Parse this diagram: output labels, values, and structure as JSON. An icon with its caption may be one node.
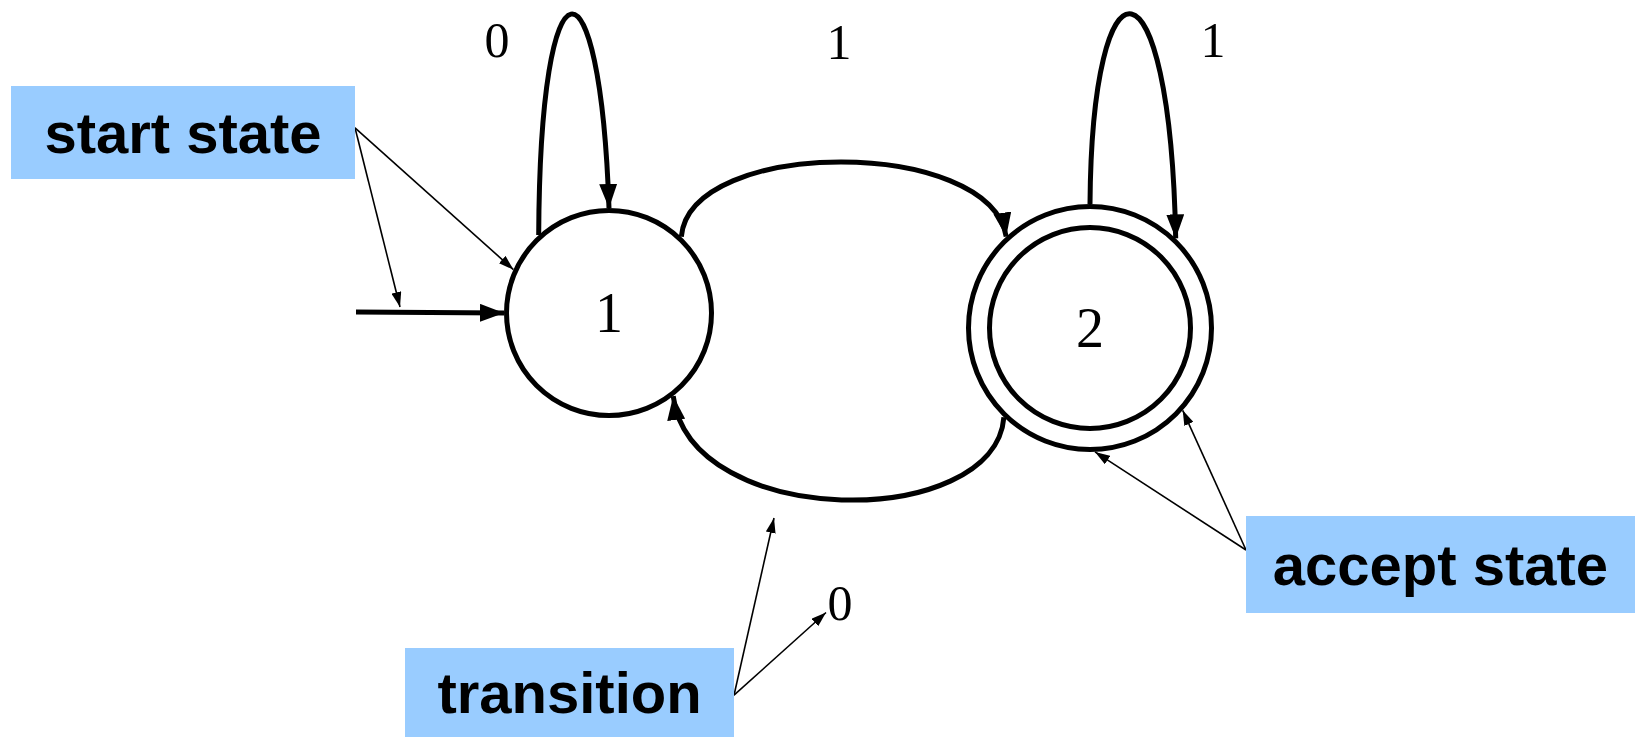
{
  "diagram": {
    "nodes": [
      {
        "text": [
          "start state"
        ]
      },
      {
        "text": [
          "1"
        ]
      },
      {
        "text": [
          "2"
        ]
      },
      {
        "text": [
          "accept state"
        ]
      },
      {
        "text": [
          "0"
        ]
      },
      {
        "text": [
          "transition"
        ]
      }
    ],
    "edges": [
      {
        "from": null,
        "to": 1,
        "arrow": "to",
        "style": "thick"
      },
      {
        "from": 1,
        "to": 1,
        "arrow": "to",
        "label": "0",
        "style": "thick"
      },
      {
        "from": 1,
        "to": 2,
        "arrow": "to",
        "label": "1",
        "style": "thick"
      },
      {
        "from": 2,
        "to": 2,
        "arrow": "to",
        "label": "1",
        "style": "thick"
      },
      {
        "from": 2,
        "to": 1,
        "arrow": "to",
        "style": "thick"
      },
      {
        "from": 0,
        "to": 1,
        "arrow": "to"
      },
      {
        "from": 0,
        "to": null,
        "arrow": "to"
      },
      {
        "from": 5,
        "to": null,
        "arrow": "to"
      },
      {
        "from": 5,
        "to": 4,
        "arrow": "to"
      },
      {
        "from": 3,
        "to": 2,
        "arrow": "to"
      },
      {
        "from": 3,
        "to": 2,
        "arrow": "to"
      }
    ]
  }
}
